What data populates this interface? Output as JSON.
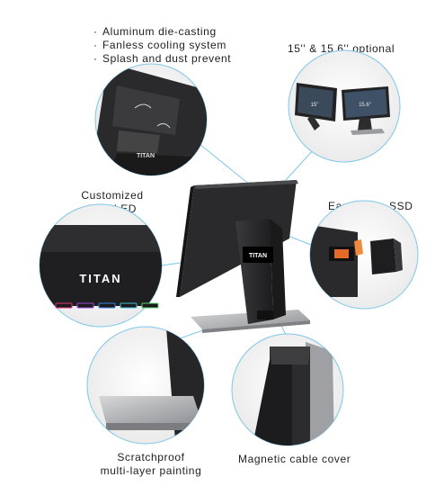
{
  "features": {
    "bullets": [
      "Aluminum die-casting",
      "Fanless cooling system",
      "Splash and dust prevent"
    ],
    "bullet_mark": "·",
    "sizes": "15'' & 15.6'' optional",
    "logo_led": [
      "Customized",
      "logo LED"
    ],
    "ssd": "Easy-swap SSD",
    "painting": [
      "Scratchproof",
      "multi-layer painting"
    ],
    "cable_cover": "Magnetic cable cover"
  },
  "brand": {
    "logo_text": "TITAN",
    "size_15": "15\"",
    "size_156": "15.6\""
  },
  "colors": {
    "callout_line": "#7fc6e8",
    "device_dark": "#2b2b2d",
    "metal": "#a7a9ac",
    "led_colors": [
      "#e0347a",
      "#9b4be0",
      "#3c7cf0",
      "#3cc3d8",
      "#55d36a",
      "#e8c23a"
    ]
  }
}
